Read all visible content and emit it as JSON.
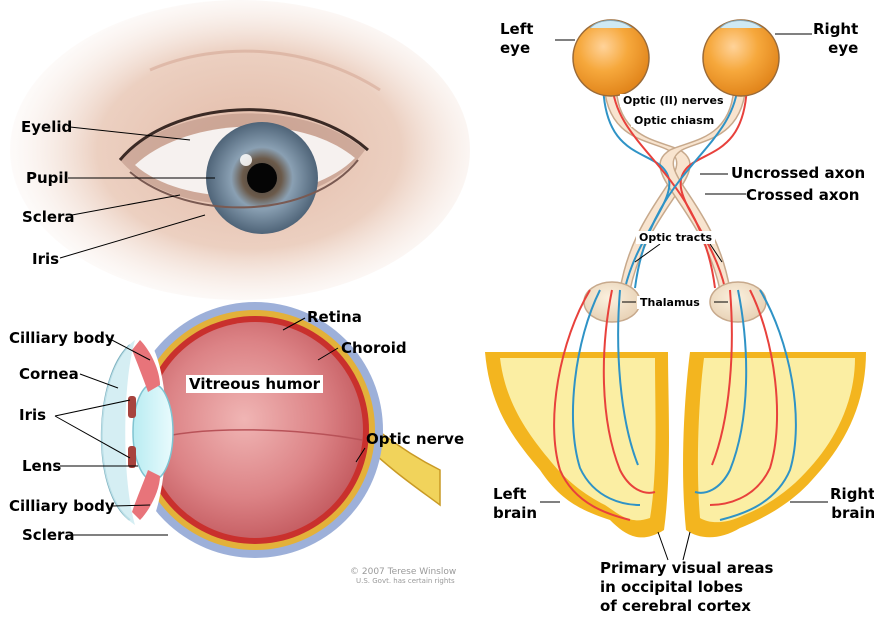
{
  "eye_exterior": {
    "eyelid": "Eyelid",
    "pupil": "Pupil",
    "sclera": "Sclera",
    "iris": "Iris"
  },
  "eye_section": {
    "cilliary_body_top": "Cilliary body",
    "cornea": "Cornea",
    "iris": "Iris",
    "lens": "Lens",
    "cilliary_body_bottom": "Cilliary body",
    "sclera": "Sclera",
    "retina": "Retina",
    "choroid": "Choroid",
    "vitreous_humor": "Vitreous humor",
    "optic_nerve": "Optic nerve"
  },
  "credit": {
    "line1": "© 2007 Terese Winslow",
    "line2": "U.S. Govt. has certain rights"
  },
  "visual_pathway": {
    "left_eye": [
      "Left",
      "eye"
    ],
    "right_eye": [
      "Right",
      "eye"
    ],
    "optic_nerves": "Optic (II) nerves",
    "optic_chiasm": "Optic chiasm",
    "uncrossed_axon": "Uncrossed axon",
    "crossed_axon": "Crossed axon",
    "optic_tracts": "Optic tracts",
    "thalamus": "Thalamus",
    "left_brain": [
      "Left",
      "brain"
    ],
    "right_brain": [
      "Right",
      "brain"
    ],
    "primary_visual_areas": [
      "Primary visual areas",
      "in occipital lobes",
      "of cerebral cortex"
    ]
  },
  "colors": {
    "skin": "#e9c9b6",
    "iris": "#7d95a8",
    "eyeball": "#d7777b",
    "sclera_rim": "#9db0d9",
    "retina": "#c9302d",
    "choroid": "#e3b13a",
    "optic_nerve": "#f1d35b",
    "eye_orange": "#f4a132",
    "nerve_fill": "#f8e4cf",
    "axon_red": "#e8413c",
    "axon_blue": "#2f93c6",
    "cortex_yellow": "#f3b51f",
    "white_matter": "#fbeea3"
  }
}
